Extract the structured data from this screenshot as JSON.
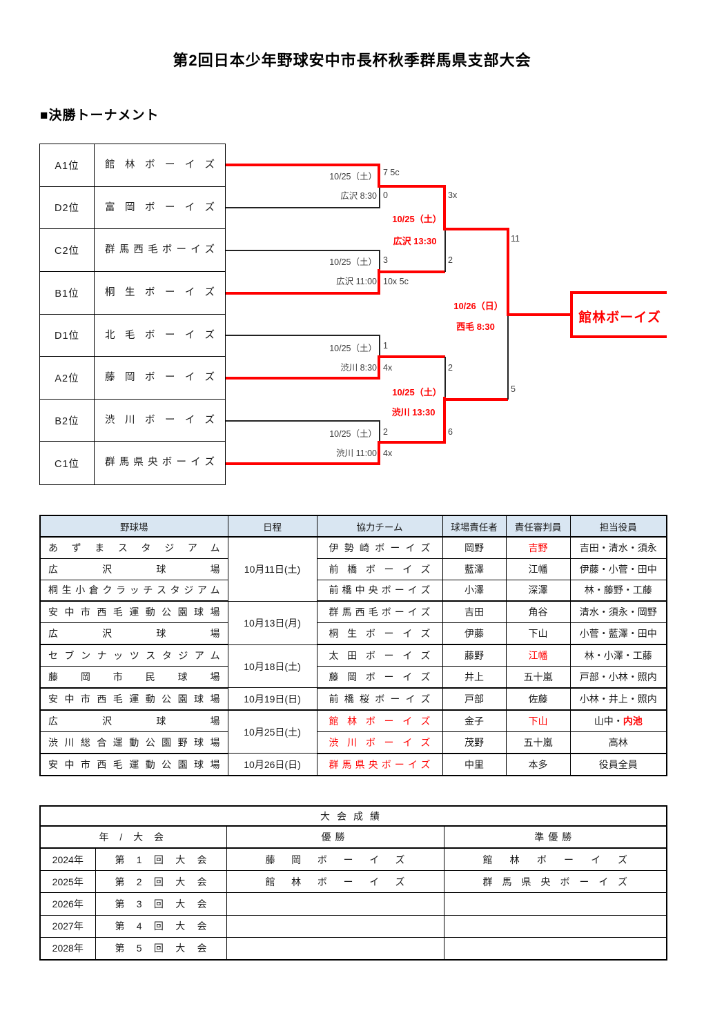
{
  "page": {
    "title": "第2回日本少年野球安中市長杯秋季群馬県支部大会",
    "section_heading": "■決勝トーナメント"
  },
  "colors": {
    "accent_red": "#ff0000",
    "table_header_blue": "#d9e6f2"
  },
  "bracket": {
    "seeds": [
      {
        "label": "A1位",
        "team": "館林ボーイズ"
      },
      {
        "label": "D2位",
        "team": "富岡ボーイズ"
      },
      {
        "label": "C2位",
        "team": "群馬西毛ボーイズ"
      },
      {
        "label": "B1位",
        "team": "桐生ボーイズ"
      },
      {
        "label": "D1位",
        "team": "北毛ボーイズ"
      },
      {
        "label": "A2位",
        "team": "藤岡ボーイズ"
      },
      {
        "label": "B2位",
        "team": "渋川ボーイズ"
      },
      {
        "label": "C1位",
        "team": "群馬県央ボーイズ"
      }
    ],
    "quarterfinals": [
      {
        "date": "10/25（土）",
        "venue_time": "広沢 8:30",
        "score_top": "7 5c",
        "score_bottom": "0"
      },
      {
        "date": "10/25（土）",
        "venue_time": "広沢 11:00",
        "score_top": "3",
        "score_bottom": "10x 5c"
      },
      {
        "date": "10/25（土）",
        "venue_time": "渋川 8:30",
        "score_top": "1",
        "score_bottom": "4x"
      },
      {
        "date": "10/25（土）",
        "venue_time": "渋川 11:00",
        "score_top": "2",
        "score_bottom": "4x"
      }
    ],
    "semifinals": [
      {
        "date": "10/25（土）",
        "venue_time": "広沢 13:30",
        "score_top": "3x",
        "score_bottom": "2"
      },
      {
        "date": "10/25（土）",
        "venue_time": "渋川 13:30",
        "score_top": "2",
        "score_bottom": "6"
      }
    ],
    "final": {
      "date": "10/26（日）",
      "venue_time": "西毛 8:30",
      "score_top": "11",
      "score_bottom": "5"
    },
    "champion": "館林ボーイズ"
  },
  "schedule": {
    "headers": [
      "野球場",
      "日程",
      "協力チーム",
      "球場責任者",
      "責任審判員",
      "担当役員"
    ],
    "dates": [
      "10月11日(土)",
      "10月13日(月)",
      "10月18日(土)",
      "10月19日(日)",
      "10月25日(土)",
      "10月26日(日)"
    ],
    "rows": [
      {
        "park": "あずまスタジアム",
        "team": "伊勢崎ボーイズ",
        "manager": "岡野",
        "umpire": "吉野",
        "staff": "吉田・清水・須永"
      },
      {
        "park": "広沢球場",
        "team": "前橋ボーイズ",
        "manager": "藍澤",
        "umpire": "江幡",
        "staff": "伊藤・小菅・田中"
      },
      {
        "park": "桐生小倉クラッチスタジアム",
        "team": "前橋中央ボーイズ",
        "manager": "小澤",
        "umpire": "深澤",
        "staff": "林・藤野・工藤"
      },
      {
        "park": "安中市西毛運動公園球場",
        "team": "群馬西毛ボーイズ",
        "manager": "吉田",
        "umpire": "角谷",
        "staff": "清水・須永・岡野"
      },
      {
        "park": "広沢球場",
        "team": "桐生ボーイズ",
        "manager": "伊藤",
        "umpire": "下山",
        "staff": "小菅・藍澤・田中"
      },
      {
        "park": "セブンナッツスタジアム",
        "team": "太田ボーイズ",
        "manager": "藤野",
        "umpire": "江幡",
        "staff": "林・小澤・工藤"
      },
      {
        "park": "藤岡市民球場",
        "team": "藤岡ボーイズ",
        "manager": "井上",
        "umpire": "五十嵐",
        "staff": "戸部・小林・照内"
      },
      {
        "park": "安中市西毛運動公園球場",
        "team": "前橋桜ボーイズ",
        "manager": "戸部",
        "umpire": "佐藤",
        "staff": "小林・井上・照内"
      },
      {
        "park": "広沢球場",
        "team": "館林ボーイズ",
        "manager": "金子",
        "umpire": "下山",
        "staff": "山中・内池",
        "staff_parts": {
          "black": "山中・",
          "red": "内池"
        }
      },
      {
        "park": "渋川総合運動公園野球場",
        "team": "渋川ボーイズ",
        "manager": "茂野",
        "umpire": "五十嵐",
        "staff": "高林"
      },
      {
        "park": "安中市西毛運動公園球場",
        "team": "群馬県央ボーイズ",
        "manager": "中里",
        "umpire": "本多",
        "staff": "役員全員"
      }
    ]
  },
  "results": {
    "title": "大会成績",
    "headers": {
      "year_event": "年 / 大 会",
      "winner": "優勝",
      "runner_up": "準優勝"
    },
    "rows": [
      {
        "year": "2024年",
        "event": "第1回大会",
        "winner": "藤岡ボーイズ",
        "runner_up": "館林ボーイズ"
      },
      {
        "year": "2025年",
        "event": "第2回大会",
        "winner": "館林ボーイズ",
        "runner_up": "群馬県央ボーイズ"
      },
      {
        "year": "2026年",
        "event": "第3回大会",
        "winner": "",
        "runner_up": ""
      },
      {
        "year": "2027年",
        "event": "第4回大会",
        "winner": "",
        "runner_up": ""
      },
      {
        "year": "2028年",
        "event": "第5回大会",
        "winner": "",
        "runner_up": ""
      }
    ]
  }
}
